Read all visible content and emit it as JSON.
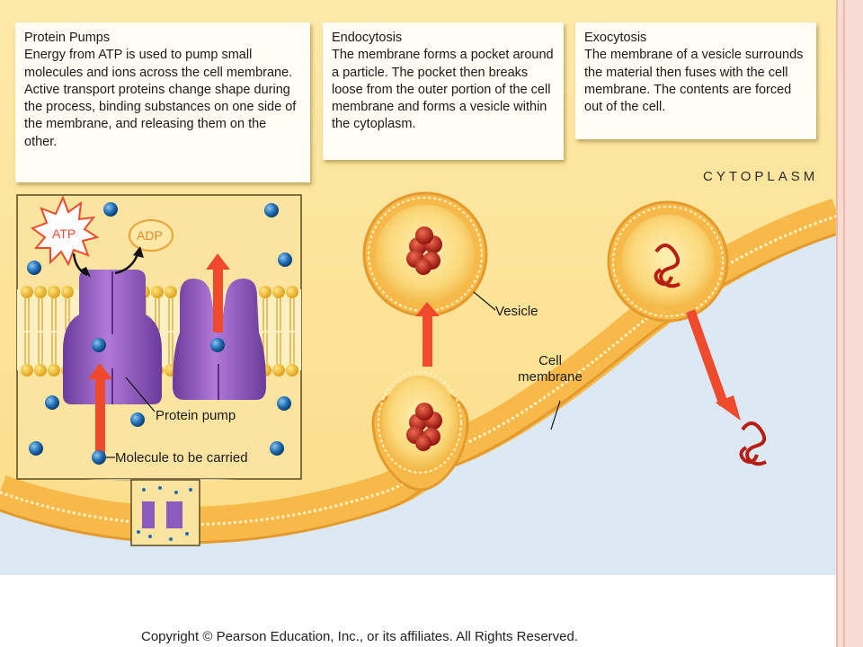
{
  "boxes": {
    "protein_pumps": {
      "title": "Protein Pumps",
      "body": "Energy from ATP is used to pump small molecules and ions across the cell membrane. Active transport proteins change shape during the process, binding substances on one side of the membrane, and releasing them on the other."
    },
    "endocytosis": {
      "title": "Endocytosis",
      "body": "The membrane forms a pocket around a particle. The pocket then breaks loose from the outer portion of the cell membrane and forms a vesicle within the cytoplasm."
    },
    "exocytosis": {
      "title": "Exocytosis",
      "body": "The membrane of a vesicle surrounds the material then fuses with the cell membrane. The contents are forced out of the cell."
    }
  },
  "labels": {
    "cytoplasm": "CYTOPLASM",
    "atp": "ATP",
    "adp": "ADP",
    "vesicle": "Vesicle",
    "cell_membrane_line1": "Cell",
    "cell_membrane_line2": "membrane",
    "protein_pump": "Protein pump",
    "molecule": "Molecule to be carried"
  },
  "copyright": "Copyright © Pearson Education, Inc., or its affiliates.  All Rights Reserved.",
  "colors": {
    "cytoplasm": "#fce59a",
    "membrane": "#f6b94a",
    "outside": "#dce9f5",
    "protein": "#8d5bbd",
    "molecule": "#1f6fb5",
    "arrow": "#ef4a2b",
    "particle": "#c7211a"
  }
}
